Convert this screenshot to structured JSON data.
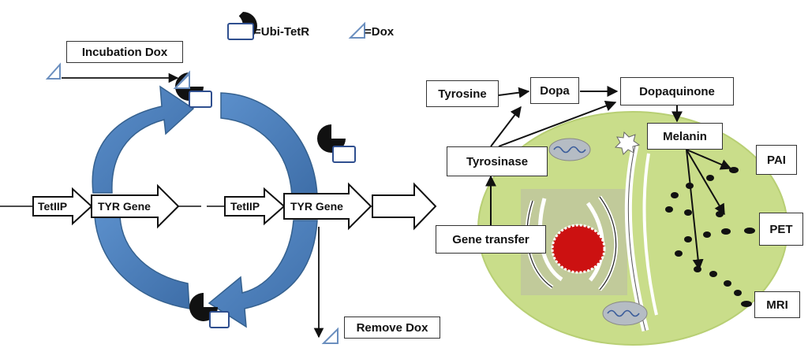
{
  "legend": {
    "ubi_tetr": "=Ubi-TetR",
    "dox": "=Dox"
  },
  "cycle": {
    "incubation_dox": "Incubation Dox",
    "remove_dox": "Remove Dox",
    "promoter_left": "TetIIP",
    "gene_left": "TYR Gene",
    "promoter_right": "TetIIP",
    "gene_right": "TYR Gene"
  },
  "pathway": {
    "tyrosine": "Tyrosine",
    "dopa": "Dopa",
    "dopaquinone": "Dopaquinone",
    "melanin": "Melanin",
    "tyrosinase": "Tyrosinase",
    "gene_transfer": "Gene transfer"
  },
  "imaging": {
    "pai": "PAI",
    "pet": "PET",
    "mri": "MRI"
  },
  "colors": {
    "cycle_arrow": "#4f81bd",
    "cycle_arrow_dark": "#3a6595",
    "cell": "#c9dd8a",
    "nucleus": "#cc1111",
    "dox_triangle": "#7a9cc6",
    "tetr_square": "#3b5b9a"
  }
}
